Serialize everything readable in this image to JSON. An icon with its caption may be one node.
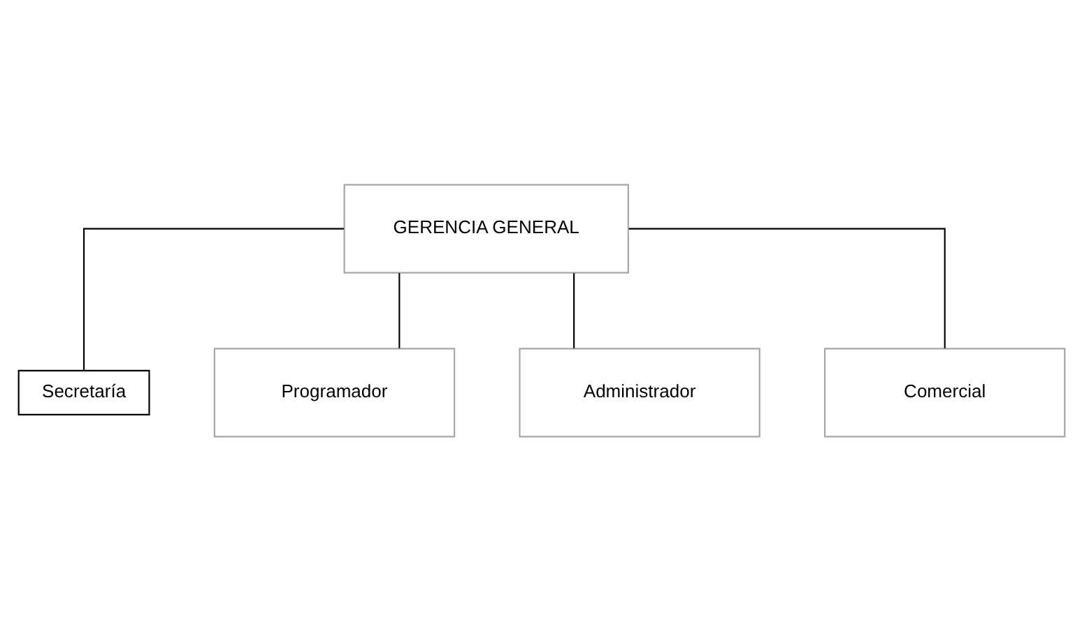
{
  "diagram": {
    "nodes": [
      {
        "text": [
          "GERENCIA GENERAL"
        ]
      },
      {
        "text": [
          "Secretaría"
        ]
      },
      {
        "text": [
          "Programador"
        ]
      },
      {
        "text": [
          "Administrador"
        ]
      },
      {
        "text": [
          "Comercial"
        ]
      }
    ],
    "edges": [
      {
        "from": 0,
        "to": 1,
        "arrow": "none"
      },
      {
        "from": 0,
        "to": 2,
        "arrow": "none"
      },
      {
        "from": 0,
        "to": 3,
        "arrow": "none"
      },
      {
        "from": 0,
        "to": 4,
        "arrow": "none"
      }
    ]
  }
}
